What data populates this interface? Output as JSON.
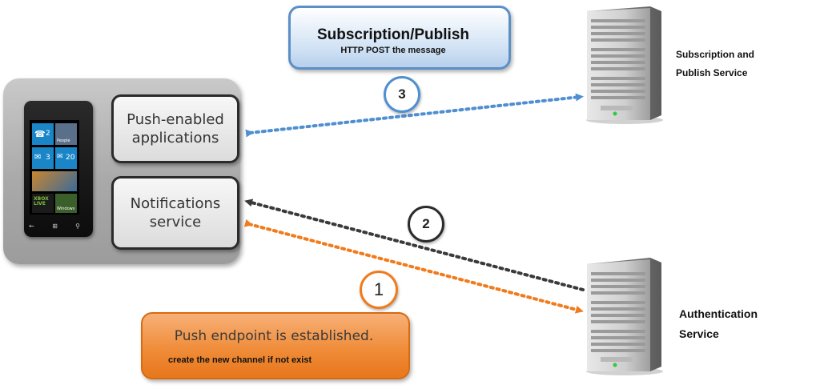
{
  "device": {
    "apps_label": "Push-enabled applications",
    "notifications_label": "Notifications service",
    "screen": {
      "tile_phone_count": "2",
      "tile_msg_count": "3",
      "tile_mail_count": "20",
      "tile_xbox": "XBOX LIVE",
      "tile_people": "People",
      "tile_windows": "Windows"
    }
  },
  "subscription_box": {
    "title": "Subscription/Publish",
    "subtitle": "HTTP POST the message"
  },
  "push_box": {
    "title": "Push endpoint is established.",
    "subtitle": "create the new channel if not exist"
  },
  "steps": [
    "1",
    "2",
    "3"
  ],
  "services": {
    "subscription_line1": "Subscription and",
    "subscription_line2": "Publish Service",
    "auth_line1": "Authentication",
    "auth_line2": "Service"
  },
  "colors": {
    "blue_arrow": "#4f8fd0",
    "dark_arrow": "#3a3a3a",
    "orange_arrow": "#f07b1c"
  },
  "icons": [
    "server-icon",
    "phone-icon",
    "arrowhead-icon"
  ]
}
